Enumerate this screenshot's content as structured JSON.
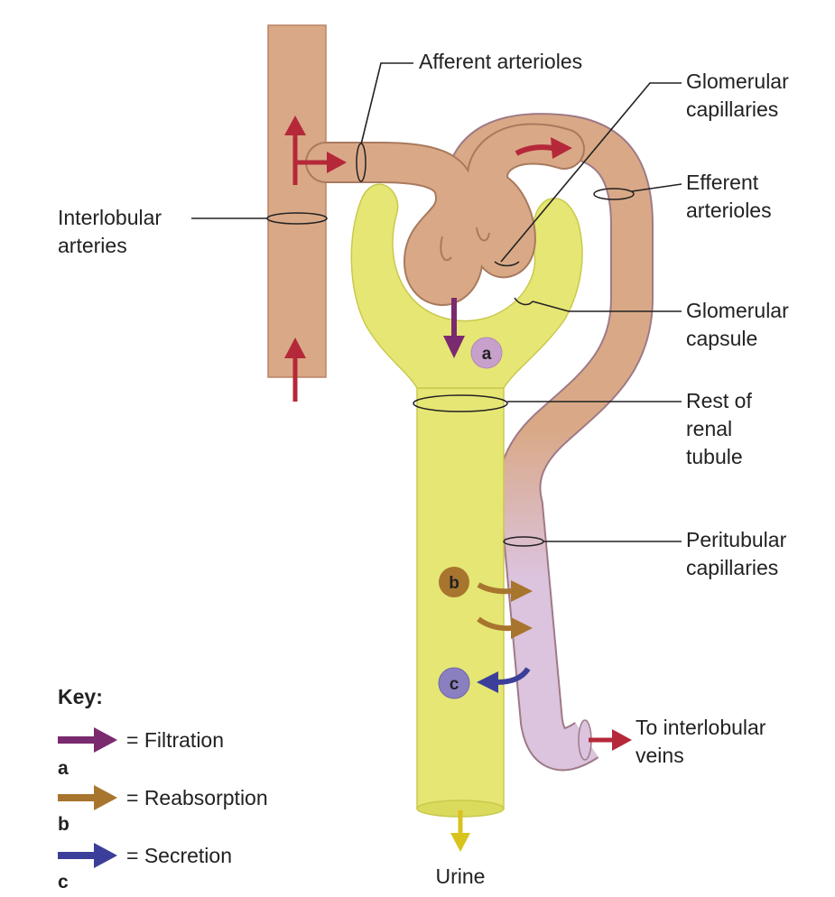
{
  "labels": {
    "afferent": "Afferent arterioles",
    "glomerular_capillaries": [
      "Glomerular",
      "capillaries"
    ],
    "efferent": [
      "Efferent",
      "arterioles"
    ],
    "interlobular_arteries": [
      "Interlobular",
      "arteries"
    ],
    "glomerular_capsule": [
      "Glomerular",
      "capsule"
    ],
    "rest_of_tubule": [
      "Rest of",
      "renal",
      "tubule"
    ],
    "peritubular": [
      "Peritubular",
      "capillaries"
    ],
    "to_veins": [
      "To interlobular",
      "veins"
    ],
    "urine": "Urine"
  },
  "markers": {
    "a": "a",
    "b": "b",
    "c": "c"
  },
  "key": {
    "title": "Key:",
    "items": [
      {
        "letter": "a",
        "text": "= Filtration",
        "color": "#7a2a6e"
      },
      {
        "letter": "b",
        "text": "= Reabsorption",
        "color": "#a8752e"
      },
      {
        "letter": "c",
        "text": "= Secretion",
        "color": "#3b3f9a"
      }
    ]
  },
  "colors": {
    "vessel": "#d9a987",
    "vessel_edge": "#b98466",
    "tubule": "#e6e675",
    "tubule_edge": "#c9c94e",
    "peritubular": "#dcc3de",
    "blood_arrow": "#b5283a",
    "urine_arrow": "#d8c21c"
  }
}
